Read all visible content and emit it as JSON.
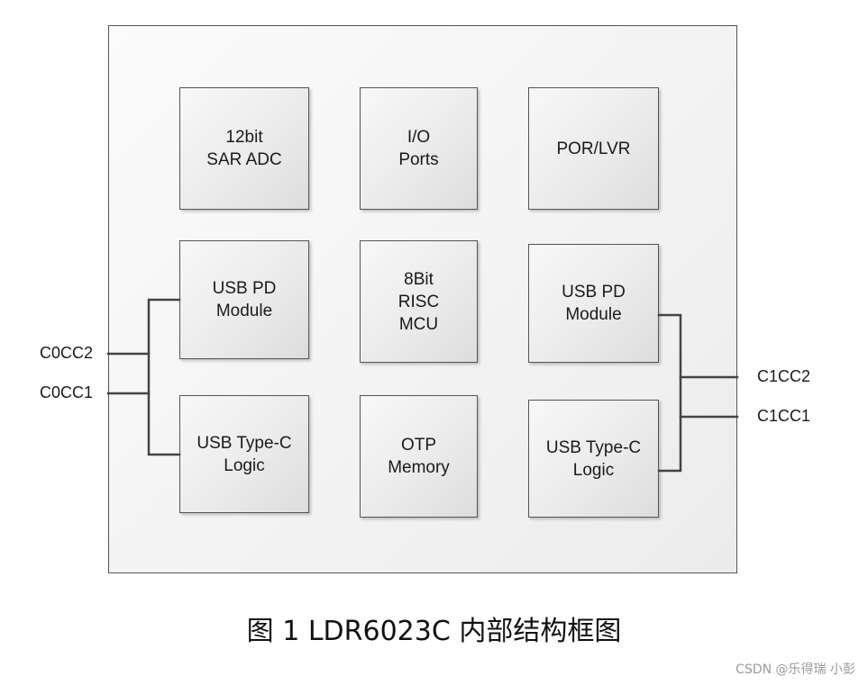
{
  "blocks": {
    "adc": {
      "lines": [
        "12bit",
        "SAR ADC"
      ]
    },
    "io": {
      "lines": [
        "I/O",
        "Ports"
      ]
    },
    "porlvr": {
      "lines": [
        "POR/LVR"
      ]
    },
    "pd0": {
      "lines": [
        "USB PD",
        "Module"
      ]
    },
    "mcu": {
      "lines": [
        "8Bit",
        "RISC",
        "MCU"
      ]
    },
    "pd1": {
      "lines": [
        "USB PD",
        "Module"
      ]
    },
    "typec0": {
      "lines": [
        "USB Type-C",
        "Logic"
      ]
    },
    "otp": {
      "lines": [
        "OTP",
        "Memory"
      ]
    },
    "typec1": {
      "lines": [
        "USB Type-C",
        "Logic"
      ]
    }
  },
  "pins": {
    "c0cc2": "C0CC2",
    "c0cc1": "C0CC1",
    "c1cc2": "C1CC2",
    "c1cc1": "C1CC1"
  },
  "caption": "图 1 LDR6023C 内部结构框图",
  "watermark": "CSDN @乐得瑞 小彭",
  "colors": {
    "line": "#444444",
    "block_border": "#555555",
    "watermark": "#9a9a9a"
  }
}
